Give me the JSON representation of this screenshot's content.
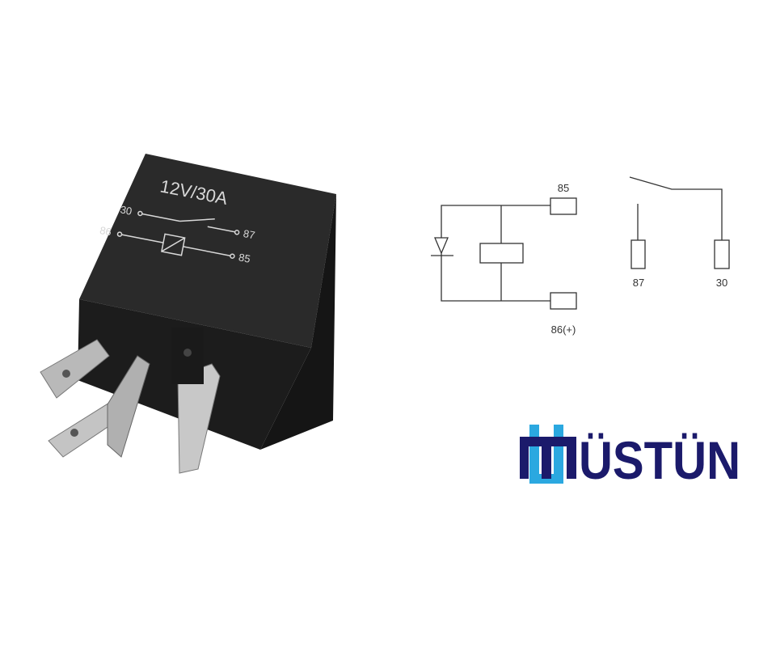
{
  "relay_photo": {
    "rating": "12V/30A",
    "pin_labels": [
      "30",
      "87",
      "86",
      "85"
    ]
  },
  "schematic": {
    "pin_85": "85",
    "pin_86": "86(+)",
    "pin_87": "87",
    "pin_30": "30"
  },
  "logo": {
    "brand": "ÜSTÜN",
    "colors": {
      "navy": "#1b1a6b",
      "light_blue": "#2ba8e0"
    }
  }
}
